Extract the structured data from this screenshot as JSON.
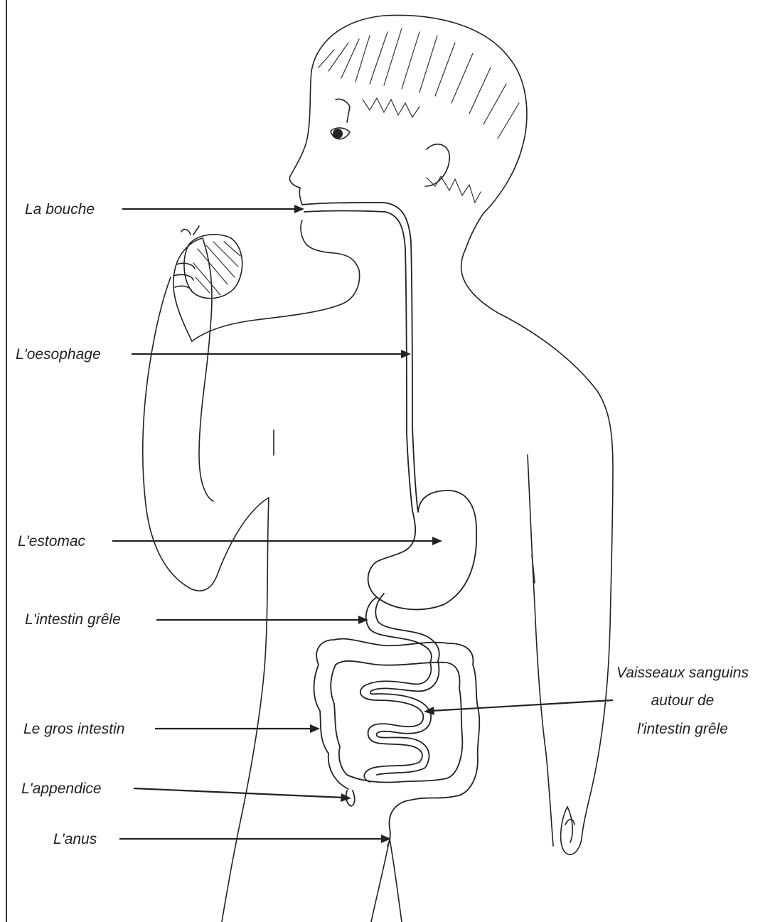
{
  "labels": {
    "mouth": "La bouche",
    "esophagus": "L'oesophage",
    "stomach": "L'estomac",
    "small_intestine": "L'intestin grêle",
    "large_intestine": "Le gros intestin",
    "appendix": "L'appendice",
    "anus": "L'anus",
    "vessels_line1": "Vaisseaux sanguins",
    "vessels_line2": "autour de",
    "vessels_line3": "l'intestin grêle"
  }
}
